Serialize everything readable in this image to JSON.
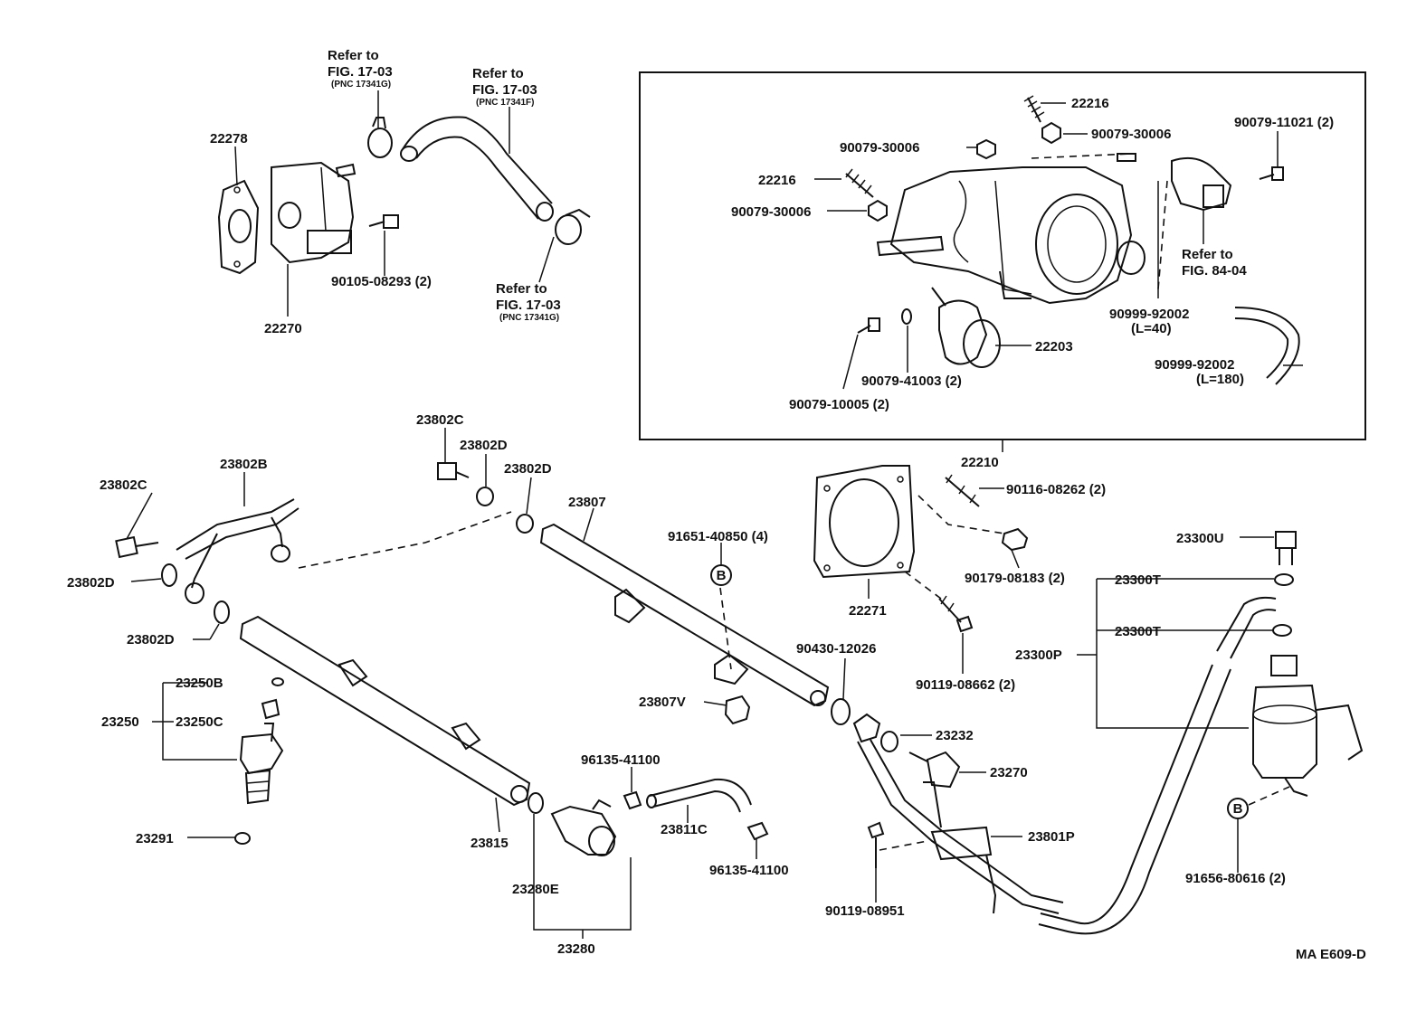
{
  "diagram": {
    "id_code": "MA E609-D",
    "labels": {
      "p22278": "22278",
      "p22270": "22270",
      "p90105": "90105-08293 (2)",
      "p22216a": "22216",
      "p22216b": "22216",
      "p30006a": "90079-30006",
      "p30006b": "90079-30006",
      "p30006c": "90079-30006",
      "p11021": "90079-11021 (2)",
      "p92002a": "90999-92002",
      "p92002a_sub": "(L=40)",
      "p92002b": "90999-92002",
      "p92002b_sub": "(L=180)",
      "p22203": "22203",
      "p41003": "90079-41003 (2)",
      "p10005": "90079-10005 (2)",
      "p22210": "22210",
      "p08262": "90116-08262 (2)",
      "p08183": "90179-08183 (2)",
      "p22271": "22271",
      "p08662": "90119-08662 (2)",
      "p23802C_a": "23802C",
      "p23802C_b": "23802C",
      "p23802B": "23802B",
      "p23802D_a": "23802D",
      "p23802D_b": "23802D",
      "p23802D_c": "23802D",
      "p23802D_d": "23802D",
      "p23807": "23807",
      "p40850": "91651-40850 (4)",
      "p23807V": "23807V",
      "p12026": "90430-12026",
      "p23232": "23232",
      "p23270": "23270",
      "p23801P": "23801P",
      "p08951": "90119-08951",
      "p23300U": "23300U",
      "p23300T_a": "23300T",
      "p23300T_b": "23300T",
      "p23300P": "23300P",
      "p80616": "91656-80616 (2)",
      "p23250B": "23250B",
      "p23250C": "23250C",
      "p23250": "23250",
      "p23291": "23291",
      "p23815": "23815",
      "p23280E": "23280E",
      "p23280": "23280",
      "p41100a": "96135-41100",
      "p41100b": "96135-41100",
      "p23811C": "23811C",
      "markerB1": "B",
      "markerB2": "B"
    },
    "refs": {
      "r1_a": "Refer to",
      "r1_b": "FIG. 17-03",
      "r1_c": "(PNC 17341G)",
      "r2_a": "Refer to",
      "r2_b": "FIG. 17-03",
      "r2_c": "(PNC 17341F)",
      "r3_a": "Refer to",
      "r3_b": "FIG. 17-03",
      "r3_c": "(PNC 17341G)",
      "r4_a": "Refer to",
      "r4_b": "FIG. 84-04"
    }
  }
}
